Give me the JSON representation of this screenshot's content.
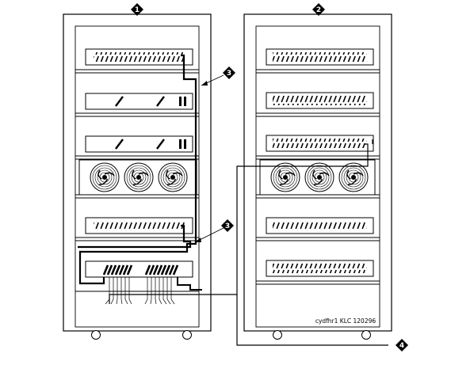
{
  "callouts": {
    "c1": "1",
    "c2": "2",
    "c3a": "3",
    "c3b": "3",
    "c4": "4"
  },
  "caption": "cydfhr1 KLC 120296",
  "colors": {
    "line": "#000000",
    "background": "#ffffff",
    "callout_fill": "#000000",
    "callout_text": "#ffffff"
  }
}
